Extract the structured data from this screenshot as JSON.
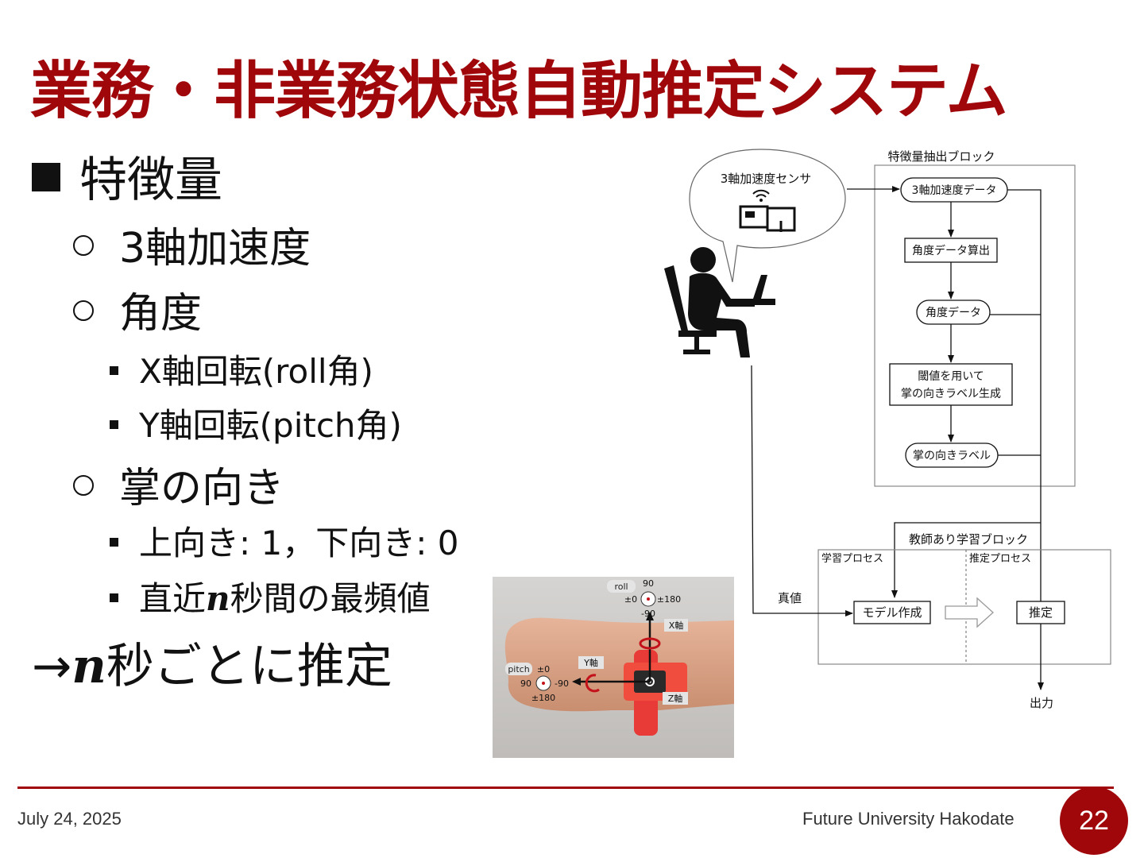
{
  "title": "業務・非業務状態自動推定システム",
  "bullets": {
    "features": "特徴量",
    "accel": "3軸加速度",
    "angle": "角度",
    "roll": "X軸回転(roll角)",
    "pitch": "Y軸回転(pitch角)",
    "palm": "掌の向き",
    "palm_values": "上向き: 1，下向き: 0",
    "mode_prefix": "直近",
    "mode_var": "n",
    "mode_suffix": "秒間の最頻値",
    "conclusion_arrow": "→",
    "conclusion_var": "n",
    "conclusion_suffix": "秒ごとに推定"
  },
  "photo": {
    "roll_label": "roll",
    "roll_90": "90",
    "roll_pm0": "±0",
    "roll_pm180": "±180",
    "roll_m90": "-90",
    "x_axis": "X軸",
    "y_axis": "Y軸",
    "z_axis": "Z軸",
    "pitch_label": "pitch",
    "pitch_pm0": "±0",
    "pitch_90": "90",
    "pitch_m90": "-90",
    "pitch_pm180": "±180"
  },
  "diagram": {
    "sensor": "3軸加速度センサ",
    "feature_block": "特徴量抽出ブロック",
    "accel_data": "3軸加速度データ",
    "angle_calc": "角度データ算出",
    "angle_data": "角度データ",
    "threshold_line1": "閾値を用いて",
    "threshold_line2": "掌の向きラベル生成",
    "palm_label": "掌の向きラベル",
    "supervised_block": "教師あり学習ブロック",
    "learning_process": "学習プロセス",
    "estimation_process": "推定プロセス",
    "truth": "真値",
    "model_creation": "モデル作成",
    "estimation": "推定",
    "output": "出力"
  },
  "footer": {
    "date": "July 24, 2025",
    "affiliation": "Future University Hakodate",
    "page": "22"
  },
  "colors": {
    "accent": "#a0070b"
  }
}
